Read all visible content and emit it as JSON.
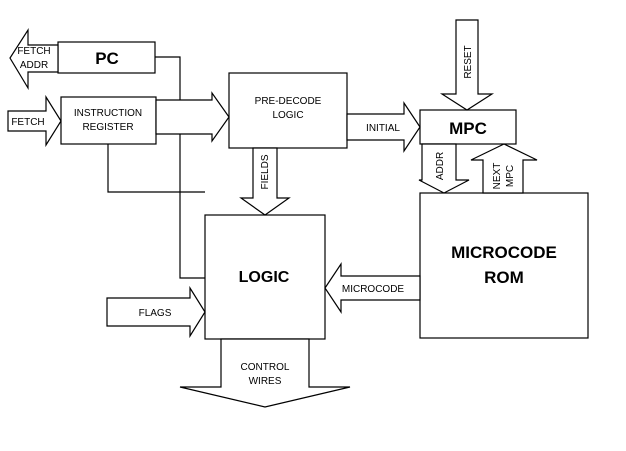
{
  "blocks": {
    "pc": "PC",
    "instruction_register": [
      "INSTRUCTION",
      "REGISTER"
    ],
    "predecode": [
      "PRE-DECODE",
      "LOGIC"
    ],
    "mpc": "MPC",
    "logic": "LOGIC",
    "microcode_rom": [
      "MICROCODE",
      "ROM"
    ]
  },
  "signals": {
    "fetch_addr": [
      "FETCH",
      "ADDR"
    ],
    "fetch": "FETCH",
    "reset": "RESET",
    "initial": "INITIAL",
    "fields": "FIELDS",
    "addr": "ADDR",
    "next_mpc": [
      "NEXT",
      "MPC"
    ],
    "microcode": "MICROCODE",
    "flags": "FLAGS",
    "control_wires": [
      "CONTROL",
      "WIRES"
    ]
  }
}
